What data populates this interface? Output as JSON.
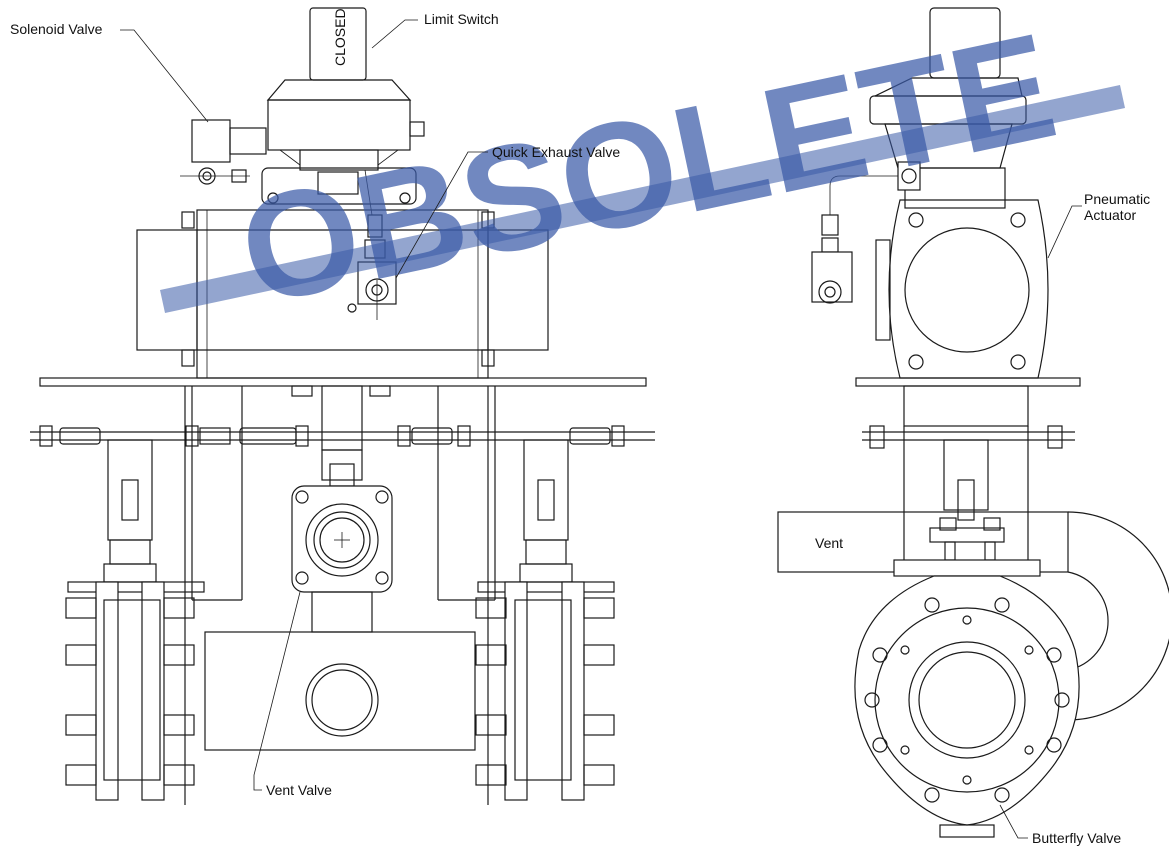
{
  "watermark": "OBSOLETE",
  "limit_switch_text": "CLOSED",
  "labels": {
    "solenoid_valve": "Solenoid Valve",
    "limit_switch": "Limit Switch",
    "quick_exhaust_valve": "Quick Exhaust Valve",
    "pneumatic_actuator_line1": "Pneumatic",
    "pneumatic_actuator_line2": "Actuator",
    "vent_valve": "Vent Valve",
    "vent": "Vent",
    "butterfly_valve": "Butterfly Valve"
  },
  "colors": {
    "line": "#1a1a1a",
    "watermark": "#3b5ba8",
    "background": "#ffffff"
  }
}
